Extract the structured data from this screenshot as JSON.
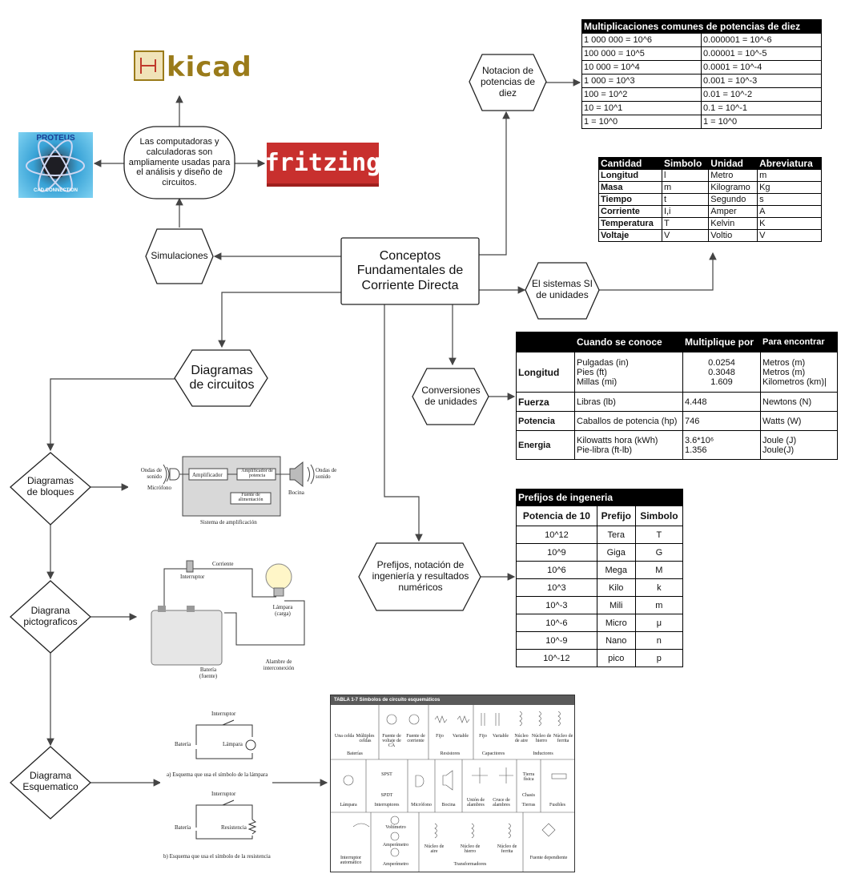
{
  "central": {
    "label": "Conceptos Fundamentales de Corriente Directa"
  },
  "computers": {
    "text": "Las computadoras y calculadoras son ampliamente usadas para el análisis y diseño de circuitos.",
    "logos": {
      "kicad": "kicad",
      "fritzing": "fritzing",
      "proteus_top": "PROTEUS",
      "proteus_bottom": "CAD CONNECTION"
    }
  },
  "nodes": {
    "simulaciones": "Simulaciones",
    "notacion": "Notacion de potencias de diez",
    "sistema_si": "El sistemas SI de unidades",
    "conversiones": "Conversiones de unidades",
    "prefijos": "Prefijos, notación de ingeniería y resultados numéricos",
    "diagramas": "Diagramas de circuitos",
    "bloques": "Diagramas de bloques",
    "pictograficos": "Diagrana pictograficos",
    "esquematico": "Diagrama Esquematico"
  },
  "potencias_table": {
    "title": "Multiplicaciones comunes de potencias de diez",
    "rows": [
      [
        "1 000 000 = 10^6",
        "0.000001 = 10^-6"
      ],
      [
        "100 000 = 10^5",
        "0.00001 = 10^-5"
      ],
      [
        "10 000 = 10^4",
        "0.0001 = 10^-4"
      ],
      [
        "1 000 = 10^3",
        "0.001 = 10^-3"
      ],
      [
        "100 = 10^2",
        "0.01 = 10^-2"
      ],
      [
        "10 = 10^1",
        "0.1 = 10^-1"
      ],
      [
        "1 = 10^0",
        "1 = 10^0"
      ]
    ]
  },
  "si_table": {
    "headers": [
      "Cantidad",
      "Simbolo",
      "Unidad",
      "Abreviatura"
    ],
    "rows": [
      [
        "Longitud",
        "l",
        "Metro",
        "m"
      ],
      [
        "Masa",
        "m",
        "Kilogramo",
        "Kg"
      ],
      [
        "Tiempo",
        "t",
        "Segundo",
        "s"
      ],
      [
        "Corriente",
        "I,i",
        "Amper",
        "A"
      ],
      [
        "Temperatura",
        "T",
        "Kelvin",
        "K"
      ],
      [
        "Voltaje",
        "V",
        "Voltio",
        "V"
      ]
    ]
  },
  "conv_table": {
    "headers": [
      "",
      "Cuando se conoce",
      "Multiplique por",
      "Para encontrar"
    ],
    "rows": [
      {
        "q": "Longitud",
        "known": [
          "Pulgadas (in)",
          "Pies (ft)",
          "Millas (mi)"
        ],
        "mult": [
          "0.0254",
          "0.3048",
          "1.609"
        ],
        "find": [
          "Metros (m)",
          "Metros (m)",
          "Kilometros (km)|"
        ]
      },
      {
        "q": "Fuerza",
        "known": [
          "Libras (lb)"
        ],
        "mult": [
          "4.448"
        ],
        "find": [
          "Newtons (N)"
        ]
      },
      {
        "q": "Potencia",
        "known": [
          "Caballos de potencia (hp)"
        ],
        "mult": [
          "746"
        ],
        "find": [
          "Watts (W)"
        ]
      },
      {
        "q": "Energia",
        "known": [
          "Kilowatts hora (kWh)",
          "Pie-libra (ft-lb)"
        ],
        "mult": [
          "3.6*10⁶",
          "1.356"
        ],
        "find": [
          "Joule (J)",
          "Joule(J)"
        ]
      }
    ]
  },
  "pref_table": {
    "title": "Prefijos de ingeneria",
    "headers": [
      "Potencia de 10",
      "Prefijo",
      "Simbolo"
    ],
    "rows": [
      [
        "10^12",
        "Tera",
        "T"
      ],
      [
        "10^9",
        "Giga",
        "G"
      ],
      [
        "10^6",
        "Mega",
        "M"
      ],
      [
        "10^3",
        "Kilo",
        "k"
      ],
      [
        "10^-3",
        "Mili",
        "m"
      ],
      [
        "10^-6",
        "Micro",
        "μ"
      ],
      [
        "10^-9",
        "Nano",
        "n"
      ],
      [
        "10^-12",
        "pico",
        "p"
      ]
    ]
  },
  "block_fig": {
    "ondas_l": "Ondas de sonido",
    "microfono": "Micrófono",
    "amplificador": "Amplificador",
    "amp_potencia": "Amplificador de potencia",
    "fuente": "Fuente de alimentación",
    "bocina": "Bocina",
    "ondas_r": "Ondas de sonido",
    "caption": "Sistema de amplificación"
  },
  "picto_fig": {
    "corriente": "Corriente",
    "interruptor": "Interruptor",
    "lampara": "Lámpara (carga)",
    "alambre": "Alambre de interconexión",
    "bateria": "Batería (fuente)"
  },
  "schem_fig": {
    "interruptor": "Interruptor",
    "bateria": "Batería",
    "lampara": "Lámpara",
    "caption_a": "a) Esquema que usa el símbolo de la lámpara",
    "interruptor2": "Interruptor",
    "bateria2": "Batería",
    "resistencia": "Resistencia",
    "caption_b": "b) Esquema que usa el símbolo de la resistencia"
  },
  "symbols_table": {
    "title": "TABLA 1-7   Símbolos de circuito esquemáticos",
    "row1": [
      "Una celda",
      "Múltiples celdas",
      "Fuente de voltaje de CA",
      "Fuente de corriente",
      "Fijo",
      "Variable",
      "Fijo",
      "Variable",
      "Núcleo de aire",
      "Núcleo de hierro",
      "Núcleo de ferrita"
    ],
    "row1_groups": [
      "Baterías",
      "Resistores",
      "Capacitores",
      "Inductores"
    ],
    "row2": [
      "Lámpara",
      "SPST",
      "SPDT",
      "Interruptores",
      "Micrófono",
      "Bocina",
      "Unión de alambres",
      "Cruce de alambres",
      "Tierra física",
      "Chasis",
      "Tierras",
      "Fusibles"
    ],
    "row3": [
      "Interruptor automático",
      "Voltímetro",
      "Amperímetro",
      "Amperímetro",
      "Núcleo de aire",
      "Núcleo de hierro",
      "Núcleo de ferrita",
      "Transformadores",
      "Fuente dependiente"
    ]
  }
}
